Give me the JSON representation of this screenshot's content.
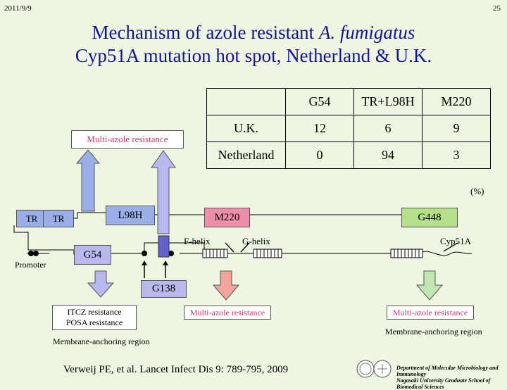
{
  "header": {
    "date": "2011/9/9",
    "page": "25"
  },
  "title": {
    "line1_prefix": "Mechanism of azole resistant ",
    "line1_italic": "A. fumigatus",
    "line2": "Cyp51A mutation hot spot, Netherland & U.K."
  },
  "table": {
    "columns": [
      "G54",
      "TR+L98H",
      "M220"
    ],
    "rows": [
      {
        "label": "U.K.",
        "values": [
          "12",
          "6",
          "9"
        ]
      },
      {
        "label": "Netherland",
        "values": [
          "0",
          "94",
          "3"
        ]
      }
    ],
    "unit": "(%)"
  },
  "labels": {
    "multi_azole_top": "Multi-azole resistance",
    "tr1": "TR",
    "tr2": "TR",
    "l98h": "L98H",
    "m220": "M220",
    "g448": "G448",
    "f_helix": "F-helix",
    "g_helix": "G-helix",
    "cyp51a": "Cyp51A",
    "g54": "G54",
    "promoter": "Promoter",
    "g138": "G138",
    "itcz": "ITCZ resistance",
    "posa": "POSA resistance",
    "multi_mid": "Multi-azole resistance",
    "multi_right": "Multi-azole resistance",
    "membrane_left": "Membrane-anchoring region",
    "membrane_right": "Membrane-anchoring region",
    "citation_author": "Verweij PE",
    "citation_rest": ", et al. Lancet Infect Dis 9: 789-795, 2009",
    "footer_line1": "Department of Molecular Microbiology and Immunology",
    "footer_line2": "Nagasaki University Graduate School of Biomedical Sciences"
  },
  "colors": {
    "background": "#eef6e1",
    "title": "#14148a",
    "blue_box": "#9aaee8",
    "pink_box": "#ef8eaa",
    "green_box": "#b6df8a",
    "purple": "#b8b8ee",
    "salmon": "#f4a49a",
    "light_green": "#c0e8b0",
    "rod": "#6262cc"
  }
}
